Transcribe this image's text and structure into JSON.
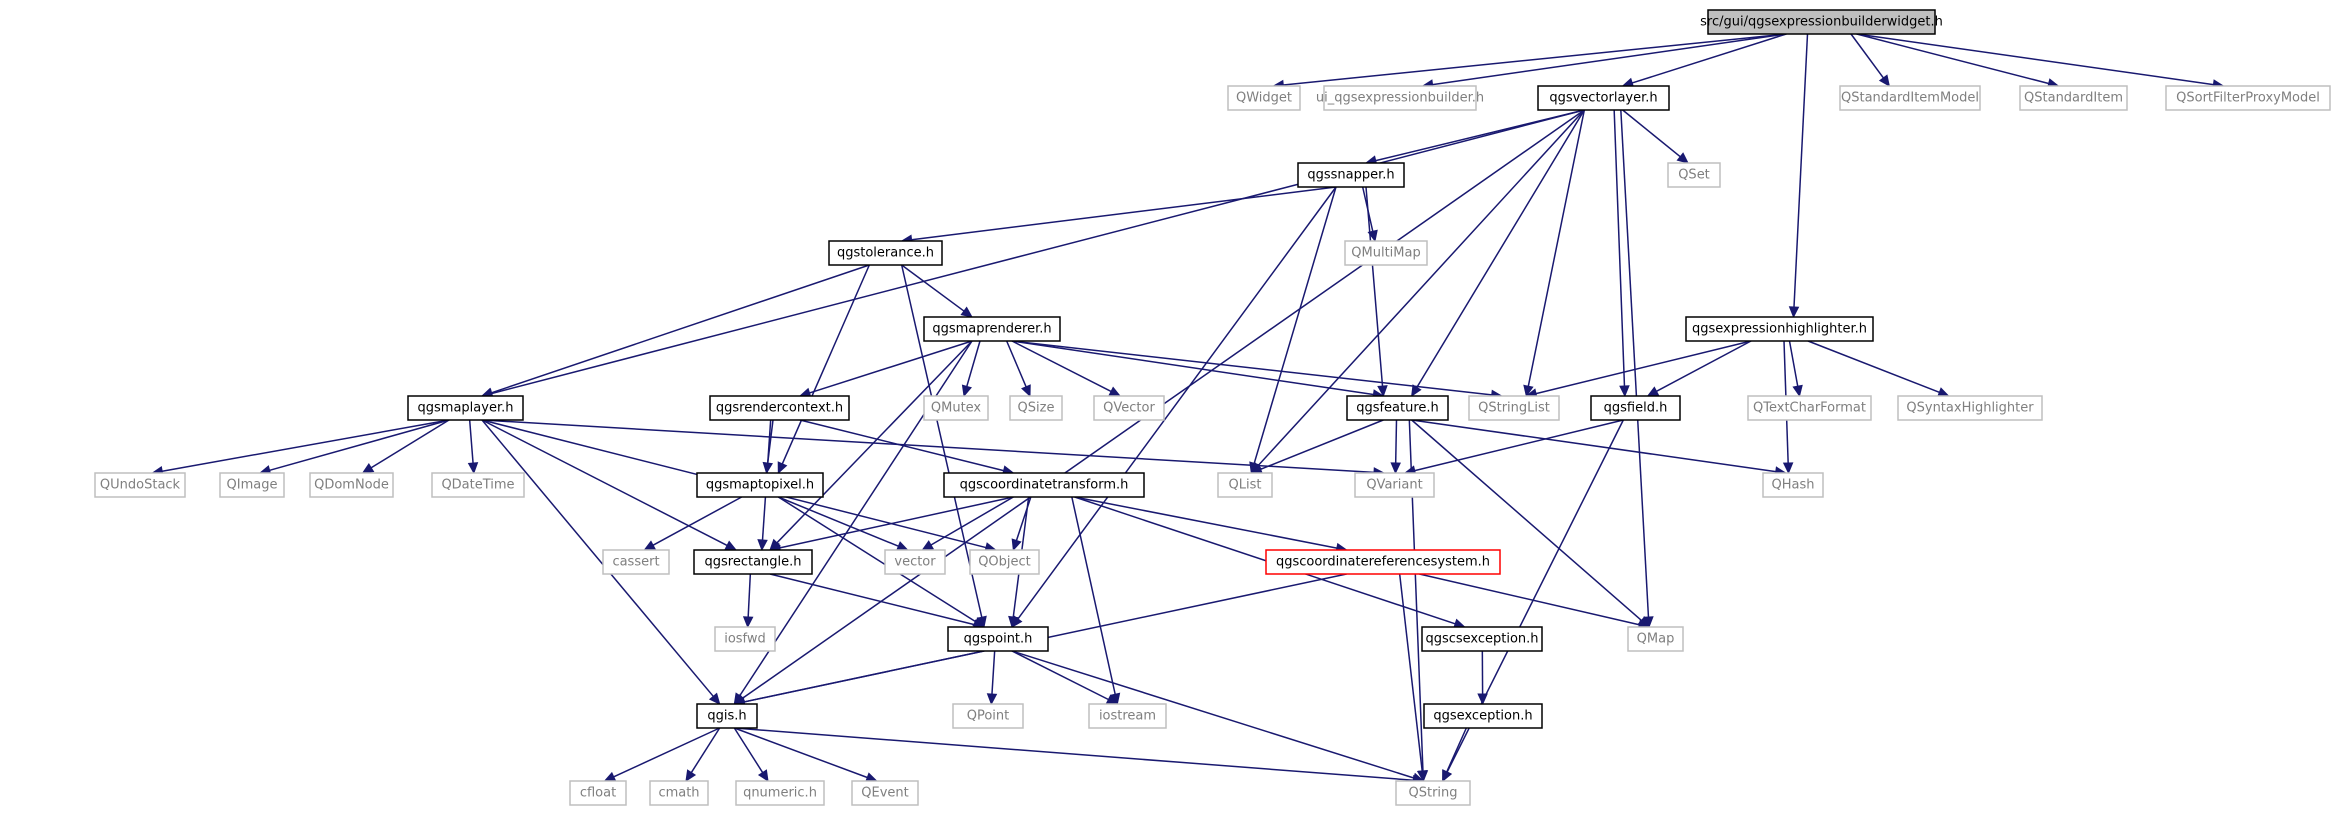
{
  "diagram": {
    "type": "include-dependency-graph",
    "colors": {
      "edge": "#191970",
      "documented_border": "#000000",
      "external_border": "#bfbfbf",
      "root_fill": "#bfbfbf",
      "highlight_border": "#ff0000",
      "documented_text": "#000000",
      "external_text": "#7f7f7f"
    },
    "nodes": [
      {
        "id": "root",
        "label": "src/gui/qgsexpressionbuilderwidget.h",
        "kind": "root"
      },
      {
        "id": "QWidget",
        "label": "QWidget",
        "kind": "external"
      },
      {
        "id": "ui_builder",
        "label": "ui_qgsexpressionbuilder.h",
        "kind": "external"
      },
      {
        "id": "qgsvectorlayer",
        "label": "qgsvectorlayer.h",
        "kind": "documented"
      },
      {
        "id": "QStandardItemModel",
        "label": "QStandardItemModel",
        "kind": "external"
      },
      {
        "id": "QStandardItem",
        "label": "QStandardItem",
        "kind": "external"
      },
      {
        "id": "QSortFilterProxyModel",
        "label": "QSortFilterProxyModel",
        "kind": "external"
      },
      {
        "id": "qgssnapper",
        "label": "qgssnapper.h",
        "kind": "documented"
      },
      {
        "id": "QSet",
        "label": "QSet",
        "kind": "external"
      },
      {
        "id": "qgstolerance",
        "label": "qgstolerance.h",
        "kind": "documented"
      },
      {
        "id": "QMultiMap",
        "label": "QMultiMap",
        "kind": "external"
      },
      {
        "id": "qgsmaprenderer",
        "label": "qgsmaprenderer.h",
        "kind": "documented"
      },
      {
        "id": "qgsexpressionhighlighter",
        "label": "qgsexpressionhighlighter.h",
        "kind": "documented"
      },
      {
        "id": "qgsmaplayer",
        "label": "qgsmaplayer.h",
        "kind": "documented"
      },
      {
        "id": "qgsrendercontext",
        "label": "qgsrendercontext.h",
        "kind": "documented"
      },
      {
        "id": "QMutex",
        "label": "QMutex",
        "kind": "external"
      },
      {
        "id": "QSize",
        "label": "QSize",
        "kind": "external"
      },
      {
        "id": "QVector",
        "label": "QVector",
        "kind": "external"
      },
      {
        "id": "qgsfeature",
        "label": "qgsfeature.h",
        "kind": "documented"
      },
      {
        "id": "QStringList",
        "label": "QStringList",
        "kind": "external"
      },
      {
        "id": "qgsfield",
        "label": "qgsfield.h",
        "kind": "documented"
      },
      {
        "id": "QTextCharFormat",
        "label": "QTextCharFormat",
        "kind": "external"
      },
      {
        "id": "QSyntaxHighlighter",
        "label": "QSyntaxHighlighter",
        "kind": "external"
      },
      {
        "id": "QUndoStack",
        "label": "QUndoStack",
        "kind": "external"
      },
      {
        "id": "QImage",
        "label": "QImage",
        "kind": "external"
      },
      {
        "id": "QDomNode",
        "label": "QDomNode",
        "kind": "external"
      },
      {
        "id": "QDateTime",
        "label": "QDateTime",
        "kind": "external"
      },
      {
        "id": "qgsmaptopixel",
        "label": "qgsmaptopixel.h",
        "kind": "documented"
      },
      {
        "id": "qgscoordinatetransform",
        "label": "qgscoordinatetransform.h",
        "kind": "documented"
      },
      {
        "id": "QList",
        "label": "QList",
        "kind": "external"
      },
      {
        "id": "QVariant",
        "label": "QVariant",
        "kind": "external"
      },
      {
        "id": "QHash",
        "label": "QHash",
        "kind": "external"
      },
      {
        "id": "cassert",
        "label": "cassert",
        "kind": "external"
      },
      {
        "id": "qgsrectangle",
        "label": "qgsrectangle.h",
        "kind": "documented"
      },
      {
        "id": "vector",
        "label": "vector",
        "kind": "external"
      },
      {
        "id": "QObject",
        "label": "QObject",
        "kind": "external"
      },
      {
        "id": "qgscoordinatereferencesystem",
        "label": "qgscoordinatereferencesystem.h",
        "kind": "highlight"
      },
      {
        "id": "iosfwd",
        "label": "iosfwd",
        "kind": "external"
      },
      {
        "id": "qgspoint",
        "label": "qgspoint.h",
        "kind": "documented"
      },
      {
        "id": "qgscsexception",
        "label": "qgscsexception.h",
        "kind": "documented"
      },
      {
        "id": "QMap",
        "label": "QMap",
        "kind": "external"
      },
      {
        "id": "qgis",
        "label": "qgis.h",
        "kind": "documented"
      },
      {
        "id": "QPoint",
        "label": "QPoint",
        "kind": "external"
      },
      {
        "id": "iostream",
        "label": "iostream",
        "kind": "external"
      },
      {
        "id": "qgsexception",
        "label": "qgsexception.h",
        "kind": "documented"
      },
      {
        "id": "cfloat",
        "label": "cfloat",
        "kind": "external"
      },
      {
        "id": "cmath",
        "label": "cmath",
        "kind": "external"
      },
      {
        "id": "qnumeric",
        "label": "qnumeric.h",
        "kind": "external"
      },
      {
        "id": "QEvent",
        "label": "QEvent",
        "kind": "external"
      },
      {
        "id": "QString",
        "label": "QString",
        "kind": "external"
      }
    ],
    "edges": [
      [
        "root",
        "QWidget"
      ],
      [
        "root",
        "ui_builder"
      ],
      [
        "root",
        "qgsvectorlayer"
      ],
      [
        "root",
        "QStandardItemModel"
      ],
      [
        "root",
        "QStandardItem"
      ],
      [
        "root",
        "QSortFilterProxyModel"
      ],
      [
        "root",
        "qgsexpressionhighlighter"
      ],
      [
        "qgsvectorlayer",
        "qgssnapper"
      ],
      [
        "qgsvectorlayer",
        "QSet"
      ],
      [
        "qgsvectorlayer",
        "qgsmaplayer"
      ],
      [
        "qgsvectorlayer",
        "qgis"
      ],
      [
        "qgsvectorlayer",
        "QList"
      ],
      [
        "qgsvectorlayer",
        "qgsfeature"
      ],
      [
        "qgsvectorlayer",
        "QStringList"
      ],
      [
        "qgsvectorlayer",
        "qgsfield"
      ],
      [
        "qgsvectorlayer",
        "QMap"
      ],
      [
        "qgssnapper",
        "qgstolerance"
      ],
      [
        "qgssnapper",
        "QMultiMap"
      ],
      [
        "qgssnapper",
        "QList"
      ],
      [
        "qgssnapper",
        "qgspoint"
      ],
      [
        "qgssnapper",
        "qgsfeature"
      ],
      [
        "qgstolerance",
        "qgsmaprenderer"
      ],
      [
        "qgstolerance",
        "qgsmaplayer"
      ],
      [
        "qgstolerance",
        "qgsmaptopixel"
      ],
      [
        "qgstolerance",
        "qgspoint"
      ],
      [
        "qgsmaprenderer",
        "qgsrendercontext"
      ],
      [
        "qgsmaprenderer",
        "QMutex"
      ],
      [
        "qgsmaprenderer",
        "QSize"
      ],
      [
        "qgsmaprenderer",
        "QVector"
      ],
      [
        "qgsmaprenderer",
        "qgsfeature"
      ],
      [
        "qgsmaprenderer",
        "QStringList"
      ],
      [
        "qgsmaprenderer",
        "qgsrectangle"
      ],
      [
        "qgsmaprenderer",
        "qgis"
      ],
      [
        "qgsexpressionhighlighter",
        "QStringList"
      ],
      [
        "qgsexpressionhighlighter",
        "qgsfield"
      ],
      [
        "qgsexpressionhighlighter",
        "QTextCharFormat"
      ],
      [
        "qgsexpressionhighlighter",
        "QSyntaxHighlighter"
      ],
      [
        "qgsexpressionhighlighter",
        "QHash"
      ],
      [
        "qgsmaplayer",
        "QUndoStack"
      ],
      [
        "qgsmaplayer",
        "QImage"
      ],
      [
        "qgsmaplayer",
        "QDomNode"
      ],
      [
        "qgsmaplayer",
        "QDateTime"
      ],
      [
        "qgsmaplayer",
        "qgsrectangle"
      ],
      [
        "qgsmaplayer",
        "QVariant"
      ],
      [
        "qgsmaplayer",
        "QObject"
      ],
      [
        "qgsmaplayer",
        "qgis"
      ],
      [
        "qgsrendercontext",
        "qgsmaptopixel"
      ],
      [
        "qgsrendercontext",
        "qgscoordinatetransform"
      ],
      [
        "qgsrendercontext",
        "qgsrectangle"
      ],
      [
        "qgsfeature",
        "QList"
      ],
      [
        "qgsfeature",
        "QVariant"
      ],
      [
        "qgsfeature",
        "QHash"
      ],
      [
        "qgsfeature",
        "QMap"
      ],
      [
        "qgsfeature",
        "QString"
      ],
      [
        "qgsfield",
        "QVariant"
      ],
      [
        "qgsfield",
        "QString"
      ],
      [
        "qgsmaptopixel",
        "cassert"
      ],
      [
        "qgsmaptopixel",
        "vector"
      ],
      [
        "qgsmaptopixel",
        "qgspoint"
      ],
      [
        "qgscoordinatetransform",
        "qgsrectangle"
      ],
      [
        "qgscoordinatetransform",
        "vector"
      ],
      [
        "qgscoordinatetransform",
        "QObject"
      ],
      [
        "qgscoordinatetransform",
        "qgscoordinatereferencesystem"
      ],
      [
        "qgscoordinatetransform",
        "qgspoint"
      ],
      [
        "qgscoordinatetransform",
        "iostream"
      ],
      [
        "qgscoordinatetransform",
        "qgscsexception"
      ],
      [
        "qgsrectangle",
        "iosfwd"
      ],
      [
        "qgsrectangle",
        "qgspoint"
      ],
      [
        "qgscoordinatereferencesystem",
        "QMap"
      ],
      [
        "qgscoordinatereferencesystem",
        "qgis"
      ],
      [
        "qgscoordinatereferencesystem",
        "QString"
      ],
      [
        "qgspoint",
        "qgis"
      ],
      [
        "qgspoint",
        "QPoint"
      ],
      [
        "qgspoint",
        "iostream"
      ],
      [
        "qgspoint",
        "QString"
      ],
      [
        "qgscsexception",
        "qgsexception"
      ],
      [
        "qgsexception",
        "QString"
      ],
      [
        "qgis",
        "cfloat"
      ],
      [
        "qgis",
        "cmath"
      ],
      [
        "qgis",
        "qnumeric"
      ],
      [
        "qgis",
        "QEvent"
      ],
      [
        "qgis",
        "QString"
      ]
    ]
  }
}
